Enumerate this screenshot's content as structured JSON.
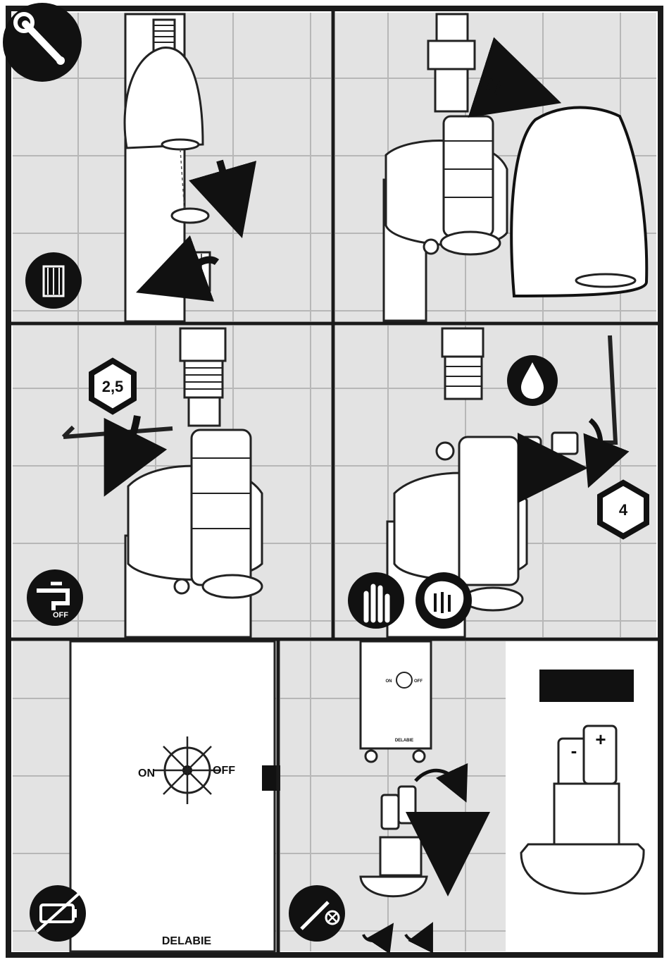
{
  "panels": [
    {
      "id": "remove-filter",
      "icon": "filter-cartridge-icon"
    },
    {
      "id": "remove-cover",
      "icon": "arrow-right-icon"
    },
    {
      "id": "water-off",
      "icon": "tap-off-icon",
      "tool_size": "2,5",
      "tap_label": "OFF"
    },
    {
      "id": "replace-valve",
      "icon": "water-drop-icon",
      "tool_size": "4"
    },
    {
      "id": "switch-off",
      "switch_on": "ON",
      "switch_off": "OFF",
      "brand": "DELABIE",
      "icon": "no-battery-icon"
    },
    {
      "id": "replace-battery",
      "switch_on": "ON",
      "switch_off": "OFF",
      "brand": "DELABIE",
      "icon": "screwdriver-icon"
    }
  ],
  "battery": {
    "plus": "+",
    "minus": "-"
  },
  "colors": {
    "frame": "#1a1a1a",
    "tile": "#e3e3e3",
    "grout": "#b7b7b7"
  }
}
